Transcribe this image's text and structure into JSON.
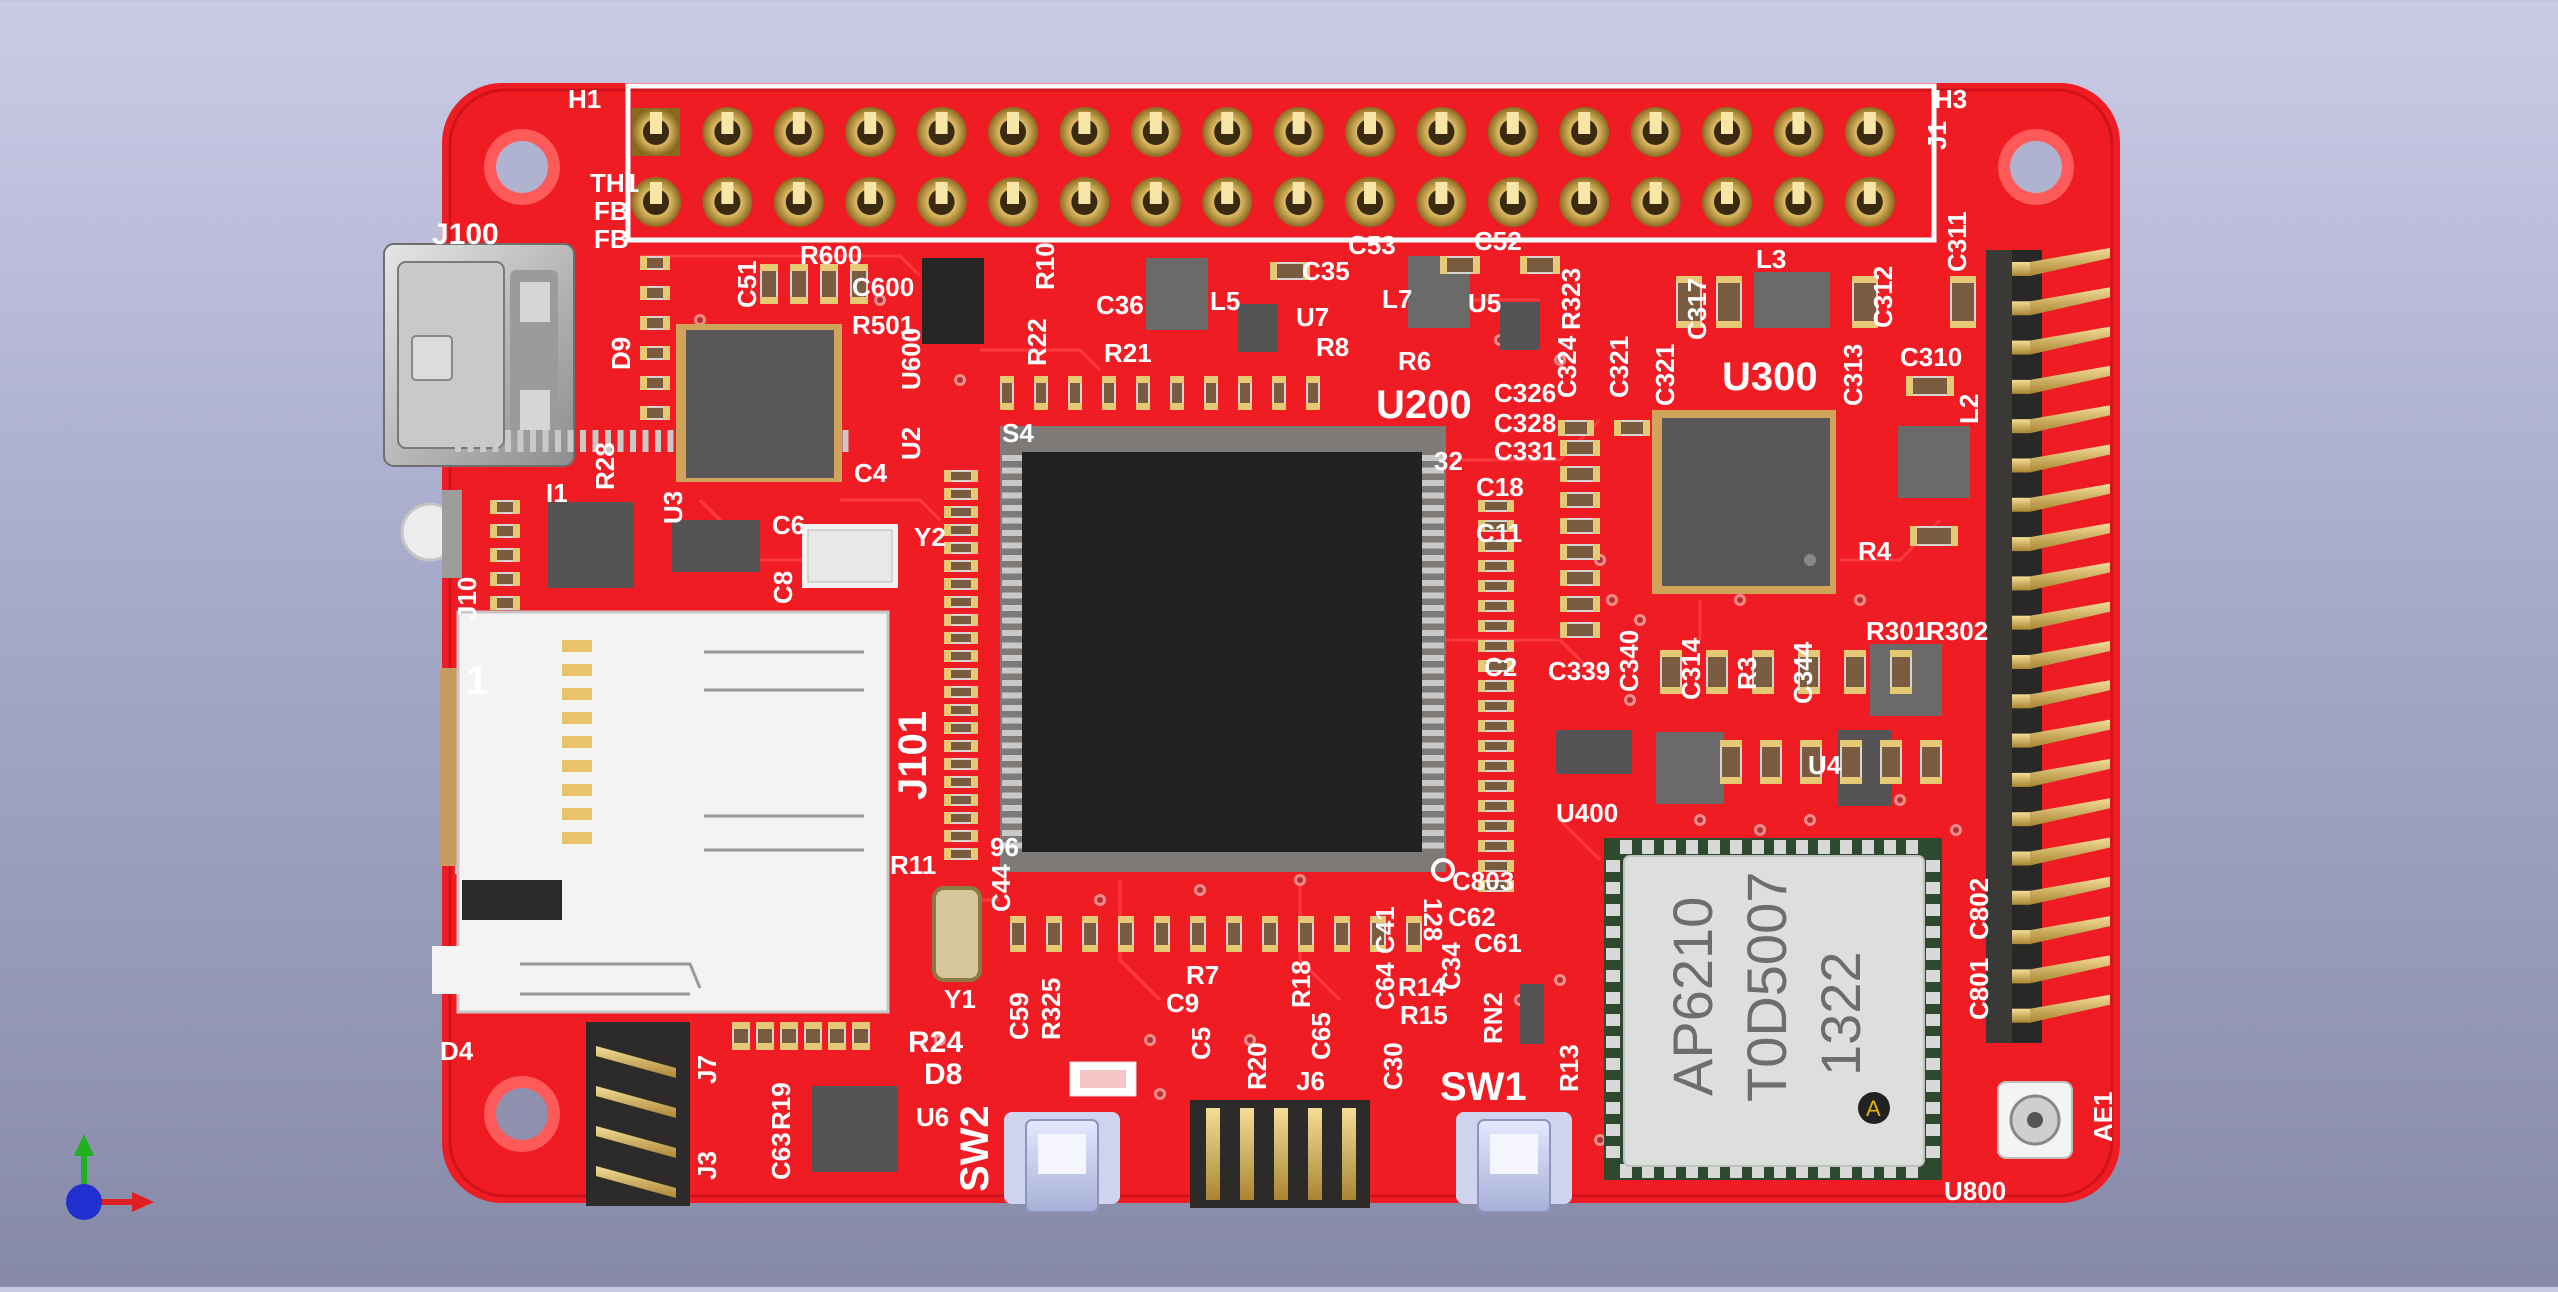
{
  "viewer": {
    "background_top": "#c9cbe6",
    "background_bottom": "#878aa7",
    "axes_gizmo": {
      "x_color": "#e02020",
      "y_color": "#20b020",
      "z_color": "#2030d0"
    }
  },
  "board": {
    "solder_mask_color": "#f01c24",
    "silkscreen_color": "#ffffff",
    "header_top": {
      "pin_columns": 18,
      "pin_rows": 2
    },
    "header_right": {
      "pin_rows": 20
    },
    "labels": {
      "h1": "H1",
      "h3": "H3",
      "j1": "J1",
      "j100": "J100",
      "th1": "TH1",
      "fb1": "FB",
      "fb2": "FB",
      "r600": "R600",
      "c51": "C51",
      "c600": "C600",
      "r501": "R501",
      "u600": "U600",
      "d9": "D9",
      "r28": "R28",
      "i1": "I1",
      "u3": "U3",
      "c4": "C4",
      "u2": "U2",
      "y2": "Y2",
      "c8": "C8",
      "c6": "C6",
      "s4": "S4",
      "r10": "R10",
      "r22": "R22",
      "r21": "R21",
      "c36": "C36",
      "l5": "L5",
      "u7": "U7",
      "c35": "C35",
      "r8": "R8",
      "r6": "R6",
      "c53": "C53",
      "l7": "L7",
      "c52": "C52",
      "u5": "U5",
      "r323": "R323",
      "c324": "C324",
      "c321a": "C321",
      "c321": "C321",
      "c317": "C317",
      "l3": "L3",
      "c311": "C311",
      "c312": "C312",
      "c310": "C310",
      "c313": "C313",
      "u300": "U300",
      "l2": "L2",
      "l7b": "L7",
      "u200": "U200",
      "c326": "C326",
      "c328": "C328",
      "c331": "C331",
      "c18": "C18",
      "c11": "C11",
      "c2": "C2",
      "c339": "C339",
      "c340": "C340",
      "c314": "C314",
      "r3": "R3",
      "c344": "C344",
      "r4": "R4",
      "r301": "R301",
      "r302": "R302",
      "u400": "U400",
      "u4": "U4",
      "pin32": "32",
      "pin96": "96",
      "pin128": "128",
      "j101": "J101",
      "r11": "R11",
      "c44": "C44",
      "y1": "Y1",
      "c59": "C59",
      "r325": "R325",
      "r24": "R24",
      "d8": "D8",
      "c9": "C9",
      "r7": "R7",
      "c5": "C5",
      "r20": "R20",
      "r18": "R18",
      "c65": "C65",
      "c64": "C64",
      "c41": "C41",
      "r14": "R14",
      "r15": "R15",
      "c34": "C34",
      "c30": "C30",
      "j6": "J6",
      "c803": "C803",
      "c62": "C62",
      "c61": "C61",
      "rn2": "RN2",
      "r13": "R13",
      "sw1": "SW1",
      "sw2": "SW2",
      "u6": "U6",
      "r19": "R19",
      "c63": "C63",
      "j7": "J7",
      "j3": "J3",
      "d4": "D4",
      "j10": "J10",
      "c801": "C801",
      "c802": "C802",
      "u800": "U800",
      "ae1": "AE1"
    },
    "wifi_module": {
      "line1": "AP6210",
      "line2": "T0D5007",
      "line3": "1322",
      "logo": "A"
    },
    "sd_card_pin1": "1"
  }
}
